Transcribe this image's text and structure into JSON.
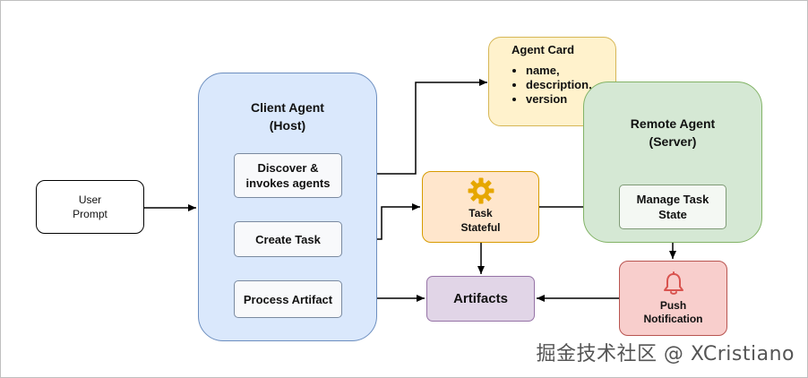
{
  "nodes": {
    "user_prompt": {
      "line1": "User",
      "line2": "Prompt"
    },
    "client_agent": {
      "line1": "Client Agent",
      "line2": "(Host)"
    },
    "discover": {
      "line1": "Discover &",
      "line2": "invokes agents"
    },
    "create_task": {
      "label": "Create Task"
    },
    "process_artifact": {
      "label": "Process Artifact"
    },
    "agent_card": {
      "title": "Agent Card",
      "items": [
        "name,",
        "description,",
        "version"
      ]
    },
    "remote_agent": {
      "line1": "Remote Agent",
      "line2": "(Server)"
    },
    "manage_task": {
      "line1": "Manage Task",
      "line2": "State"
    },
    "task_stateful": {
      "line1": "Task",
      "line2": "Stateful",
      "icon": "gear-icon"
    },
    "artifacts": {
      "label": "Artifacts"
    },
    "push_notification": {
      "line1": "Push",
      "line2": "Notification",
      "icon": "bell-icon"
    }
  },
  "watermark": "掘金技术社区 @ XCristiano",
  "colors": {
    "client": "#dae8fc",
    "remote": "#d5e8d4",
    "card": "#fff2cc",
    "task": "#ffe6cc",
    "artifacts": "#e1d5e7",
    "push": "#f8cecc",
    "gear": "#e6a700",
    "bell": "#d9534f"
  }
}
